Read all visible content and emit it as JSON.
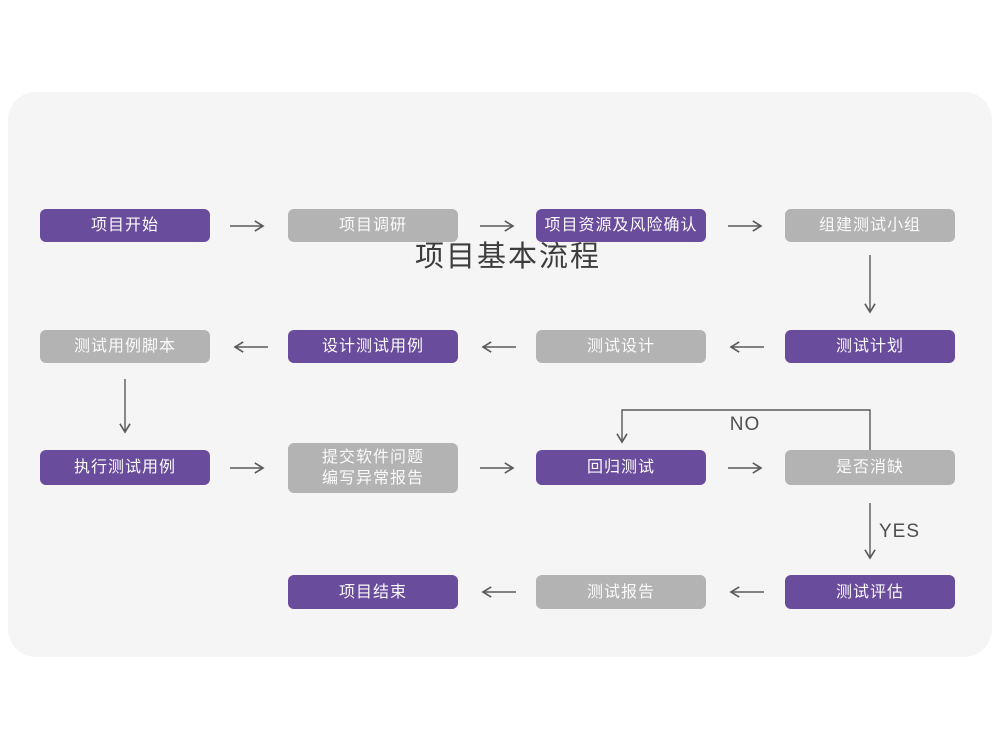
{
  "title": "项目基本流程",
  "colors": {
    "primary": "#6a4c9c",
    "secondary": "#b3b3b3",
    "canvas": "#f5f5f6",
    "arrow": "#5a5a5a",
    "node_text": "#fafafa",
    "title_color": "#3d3d3d"
  },
  "edges": {
    "no_label": "NO",
    "yes_label": "YES"
  },
  "nodes": [
    {
      "id": "project-start",
      "label": "项目开始",
      "style": "primary"
    },
    {
      "id": "project-research",
      "label": "项目调研",
      "style": "secondary"
    },
    {
      "id": "resources-risk-confirm",
      "label": "项目资源及风险确认",
      "style": "primary"
    },
    {
      "id": "build-test-team",
      "label": "组建测试小组",
      "style": "secondary"
    },
    {
      "id": "test-plan",
      "label": "测试计划",
      "style": "primary"
    },
    {
      "id": "test-design",
      "label": "测试设计",
      "style": "secondary"
    },
    {
      "id": "design-test-cases",
      "label": "设计测试用例",
      "style": "primary"
    },
    {
      "id": "test-case-scripts",
      "label": "测试用例脚本",
      "style": "secondary"
    },
    {
      "id": "execute-test-cases",
      "label": "执行测试用例",
      "style": "primary"
    },
    {
      "id": "submit-issues-report",
      "label": "提交软件问题\n编写异常报告",
      "style": "secondary"
    },
    {
      "id": "regression-test",
      "label": "回归测试",
      "style": "primary"
    },
    {
      "id": "defect-cleared",
      "label": "是否消缺",
      "style": "secondary"
    },
    {
      "id": "test-evaluation",
      "label": "测试评估",
      "style": "primary"
    },
    {
      "id": "test-report",
      "label": "测试报告",
      "style": "secondary"
    },
    {
      "id": "project-end",
      "label": "项目结束",
      "style": "primary"
    }
  ]
}
